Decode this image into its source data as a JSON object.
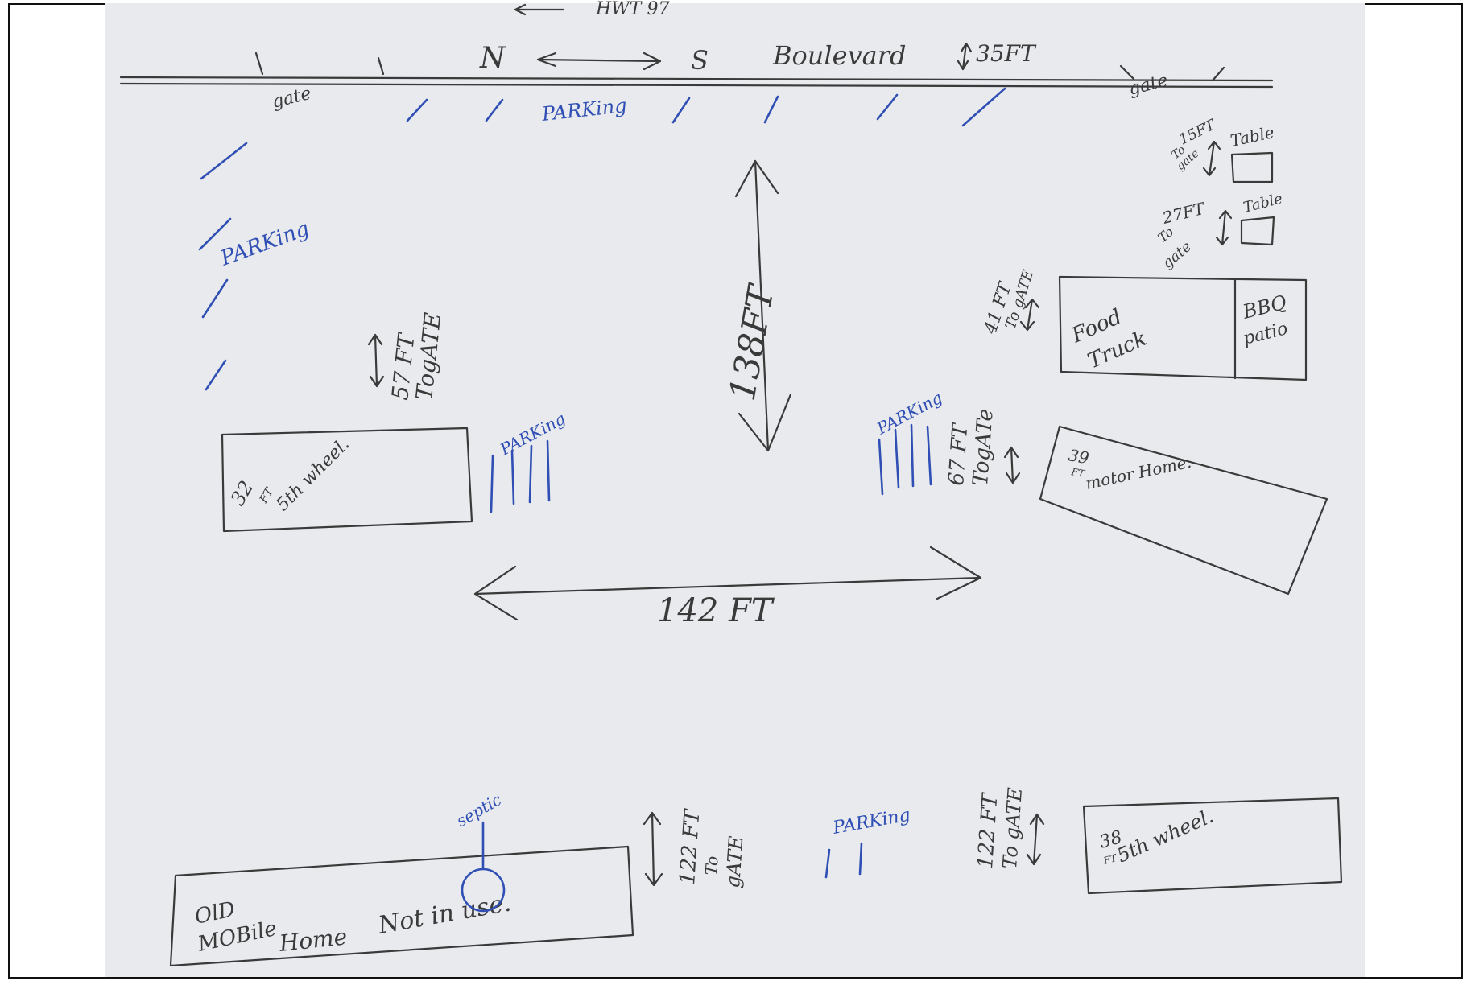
{
  "colors": {
    "pencil": "#3a3a3a",
    "ink": "#2f4fb4",
    "paper": "#e9eaee"
  },
  "top_note": "HWT 97",
  "road": {
    "n_label": "N",
    "s_label": "S",
    "boulevard": "Boulevard",
    "width": "35FT",
    "gate_left": "gate",
    "gate_right": "gate"
  },
  "parking": {
    "top": "PARKing",
    "left": "PARKing",
    "mid_left": "PARKing",
    "mid_right": "PARKing",
    "bottom": "PARKing"
  },
  "dimensions": {
    "vertical": "138FT",
    "horizontal": "142 FT",
    "left_to_gate_1": "57 FT",
    "left_to_gate_2": "TogATE",
    "right_to_gate_1": "67 FT",
    "right_to_gate_2": "TogATe",
    "food_to_gate_1": "41 FT",
    "food_to_gate_2": "To gATE",
    "table1_1": "15FT",
    "table1_2": "To",
    "table1_3": "gate",
    "table2_1": "27FT",
    "table2_2": "To",
    "table2_3": "gate",
    "bottom_left_1": "122 FT",
    "bottom_left_2": "To",
    "bottom_left_3": "gATE",
    "bottom_right_1": "122 FT",
    "bottom_right_2": "To gATE"
  },
  "structures": {
    "table_1": "Table",
    "table_2": "Table",
    "food_truck_1": "Food",
    "food_truck_2": "Truck",
    "bbq_1": "BBQ",
    "bbq_2": "patio",
    "fifth_wheel_left_1": "32",
    "fifth_wheel_left_2": "FT",
    "fifth_wheel_left_3": "5th wheel.",
    "motor_home_1": "39",
    "motor_home_2": "FT",
    "motor_home_3": "motor Home.",
    "fifth_wheel_right_1": "38",
    "fifth_wheel_right_2": "FT",
    "fifth_wheel_right_3": "5th wheel.",
    "mobile_1": "OlD",
    "mobile_2": "MOBile",
    "mobile_3": "Home",
    "mobile_4": "Not in use.",
    "septic": "septic"
  }
}
